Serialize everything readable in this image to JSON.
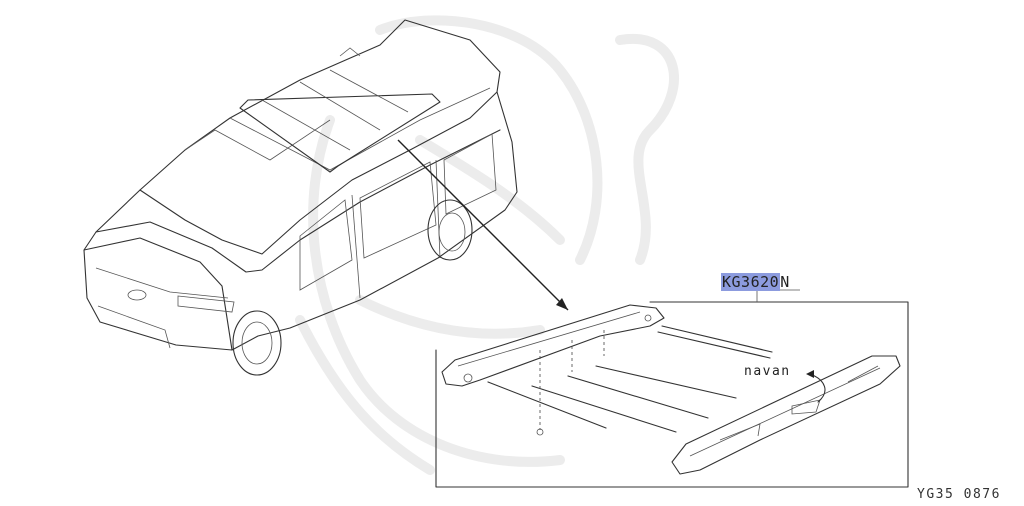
{
  "diagram": {
    "part_number_highlight": "KG3620",
    "part_number_suffix": "N",
    "annotation": "navan",
    "reference_code": "YG35 0876",
    "highlight_color": "#8c9bde"
  }
}
